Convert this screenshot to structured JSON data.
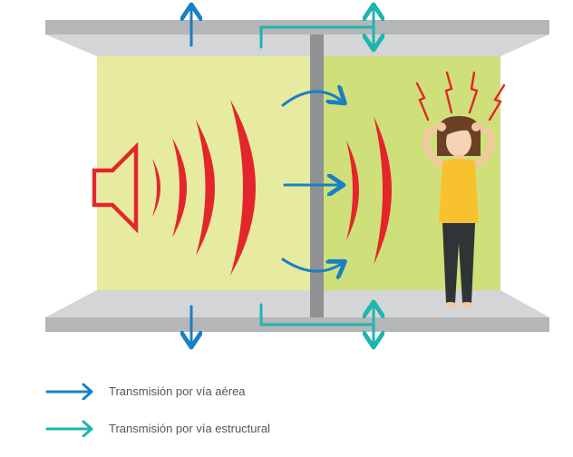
{
  "colors": {
    "air_path": "#1a7fc4",
    "structural_path": "#1fb5ad",
    "sound_waves": "#e3262b",
    "room_left": "#e6eba0",
    "room_right": "#cfe07a",
    "slab": "#b4b6b8",
    "slab_light": "#d4d5d6",
    "wall": "#8f9193"
  },
  "icons": {
    "source": "loudspeaker-icon",
    "listener": "annoyed-woman-figure",
    "annoyance": "lightning-bolt-icon"
  },
  "legend": [
    {
      "label": "Transmisión por vía aérea",
      "color": "#1a7fc4",
      "icon": "blue-arrow-icon"
    },
    {
      "label": "Transmisión por vía estructural",
      "color": "#1fb5ad",
      "icon": "teal-arrow-icon"
    }
  ]
}
